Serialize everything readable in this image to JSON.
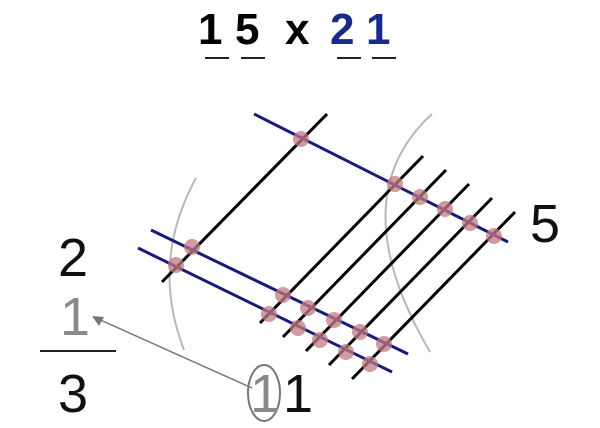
{
  "title": {
    "first_tens": "1",
    "first_ones": "5",
    "operator": "x",
    "second_tens": "2",
    "second_ones": "1"
  },
  "result": {
    "left_top": "2",
    "left_carry_source": "1",
    "left_bottom": "3",
    "right_digit": "5",
    "bottom_circled": "1",
    "bottom_digit": "1"
  },
  "colors": {
    "black_lines": "#000000",
    "blue_lines": "#1a1a7a",
    "intersection": "#c07a82",
    "arc": "#b8b8b8",
    "title_second_number": "#1a2a8a",
    "carried_digit": "#8a8a8a"
  }
}
